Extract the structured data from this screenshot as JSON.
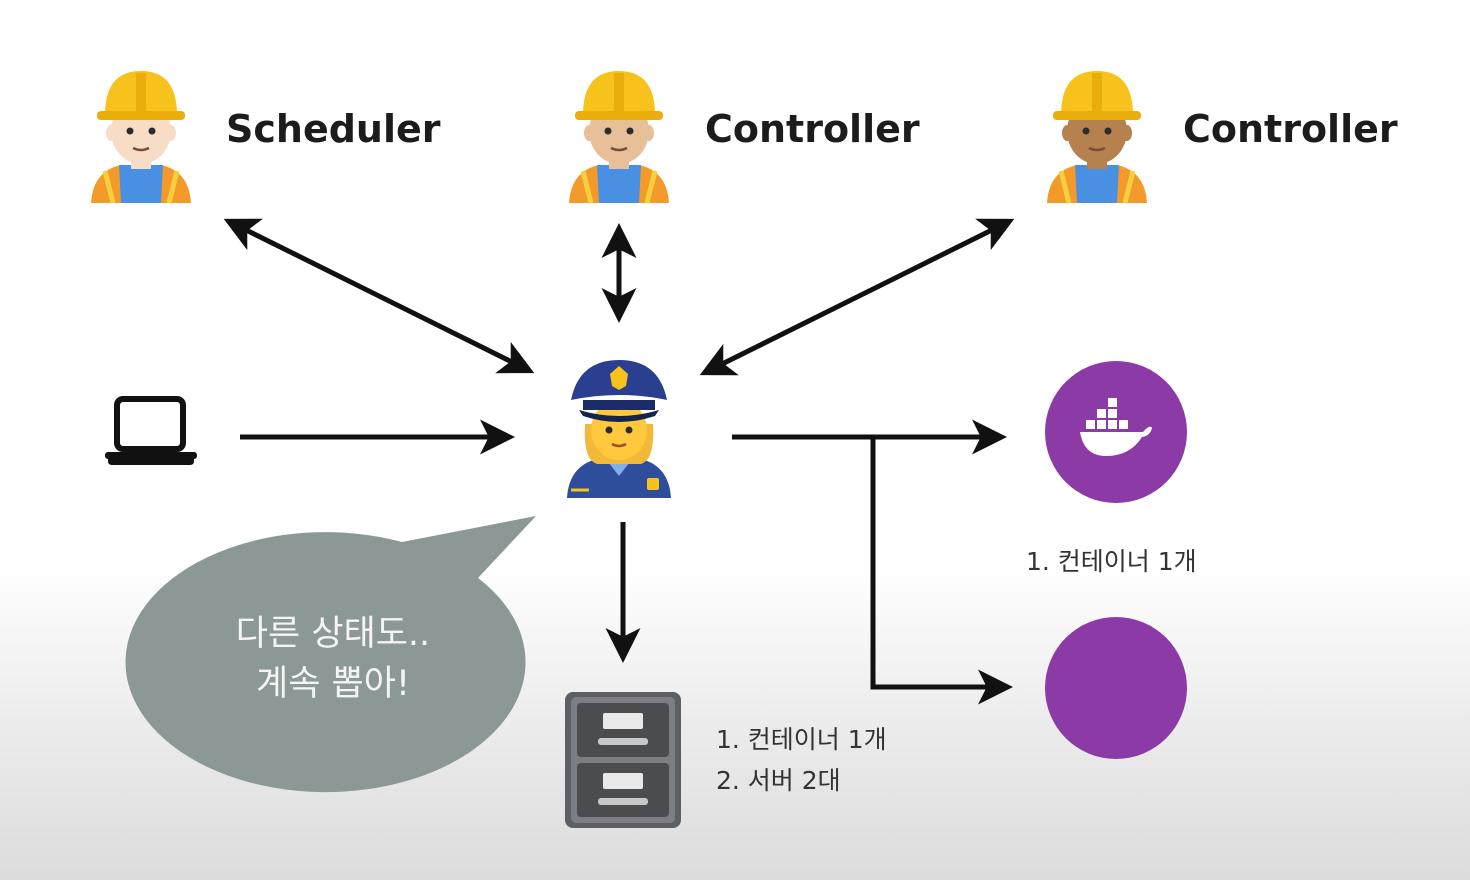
{
  "roles": {
    "scheduler": "Scheduler",
    "controller_1": "Controller",
    "controller_2": "Controller"
  },
  "speech_bubble": {
    "line1": "다른 상태도..",
    "line2": "계속 뽑아!"
  },
  "node_note": {
    "line1": "1. 컨테이너 1개"
  },
  "store_note": {
    "line1": "1. 컨테이너 1개",
    "line2": "2. 서버 2대"
  },
  "icons": {
    "worker": "construction-worker-icon",
    "api_server": "police-officer-icon",
    "client": "laptop-icon",
    "storage": "file-cabinet-icon",
    "container": "docker-whale-icon"
  },
  "colors": {
    "node": "#8c3aa6",
    "bubble": "#8c9896",
    "arrow": "#111111"
  }
}
